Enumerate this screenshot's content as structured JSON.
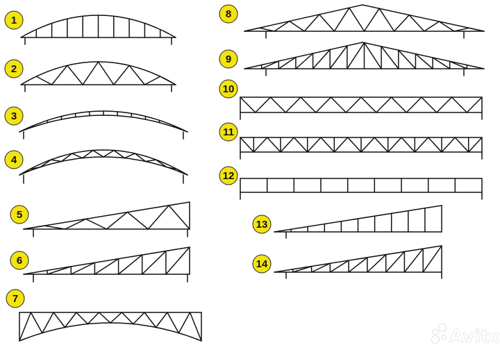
{
  "labels": [
    "1",
    "2",
    "3",
    "4",
    "5",
    "6",
    "7",
    "8",
    "9",
    "10",
    "11",
    "12",
    "13",
    "14"
  ],
  "badge_color": "#f2e311",
  "line_color": "#111111",
  "watermark": "Avito"
}
